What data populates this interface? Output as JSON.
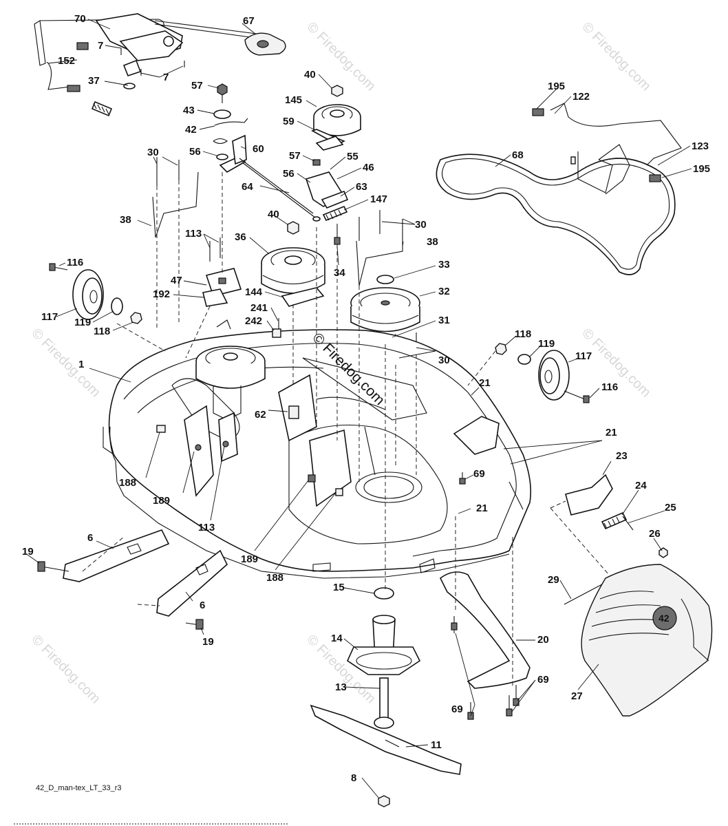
{
  "drawing_code": "42_D_man-tex_LT_33_r3",
  "watermark": "© Firedog.com",
  "deck_size_badge": "42",
  "icons": [
    "deck-housing-icon",
    "pulley-icon",
    "wheel-icon",
    "spring-icon",
    "belt-icon",
    "blade-icon",
    "deflector-icon",
    "bracket-icon",
    "bolt-icon"
  ],
  "callouts": {
    "c70": "70",
    "c67": "67",
    "c7a": "7",
    "c7b": "7",
    "c152": "152",
    "c37": "37",
    "c57a": "57",
    "c43": "43",
    "c42": "42",
    "c56a": "56",
    "c60": "60",
    "c40a": "40",
    "c145": "145",
    "c59": "59",
    "c57b": "57",
    "c55": "55",
    "c56b": "56",
    "c46": "46",
    "c64": "64",
    "c63": "63",
    "c147": "147",
    "c195a": "195",
    "c122": "122",
    "c68": "68",
    "c123": "123",
    "c195b": "195",
    "c30a": "30",
    "c38a": "38",
    "c113a": "113",
    "c116a": "116",
    "c117a": "117",
    "c119a": "119",
    "c118a": "118",
    "c47": "47",
    "c192": "192",
    "c40b": "40",
    "c36": "36",
    "c144": "144",
    "c241": "241",
    "c242": "242",
    "c30b": "30",
    "c38b": "38",
    "c34": "34",
    "c33": "33",
    "c32": "32",
    "c31": "31",
    "c30c": "30",
    "c118b": "118",
    "c119b": "119",
    "c117b": "117",
    "c116b": "116",
    "c1": "1",
    "c62": "62",
    "c21a": "21",
    "c21b": "21",
    "c23": "23",
    "c69a": "69",
    "c24": "24",
    "c25": "25",
    "c21c": "21",
    "c26": "26",
    "c188a": "188",
    "c189a": "189",
    "c113b": "113",
    "c189b": "189",
    "c188b": "188",
    "c6a": "6",
    "c19a": "19",
    "c6b": "6",
    "c19b": "19",
    "c15": "15",
    "c14": "14",
    "c13": "13",
    "c11": "11",
    "c8": "8",
    "c29": "29",
    "c20": "20",
    "c69b": "69",
    "c69c": "69",
    "c27": "27"
  }
}
